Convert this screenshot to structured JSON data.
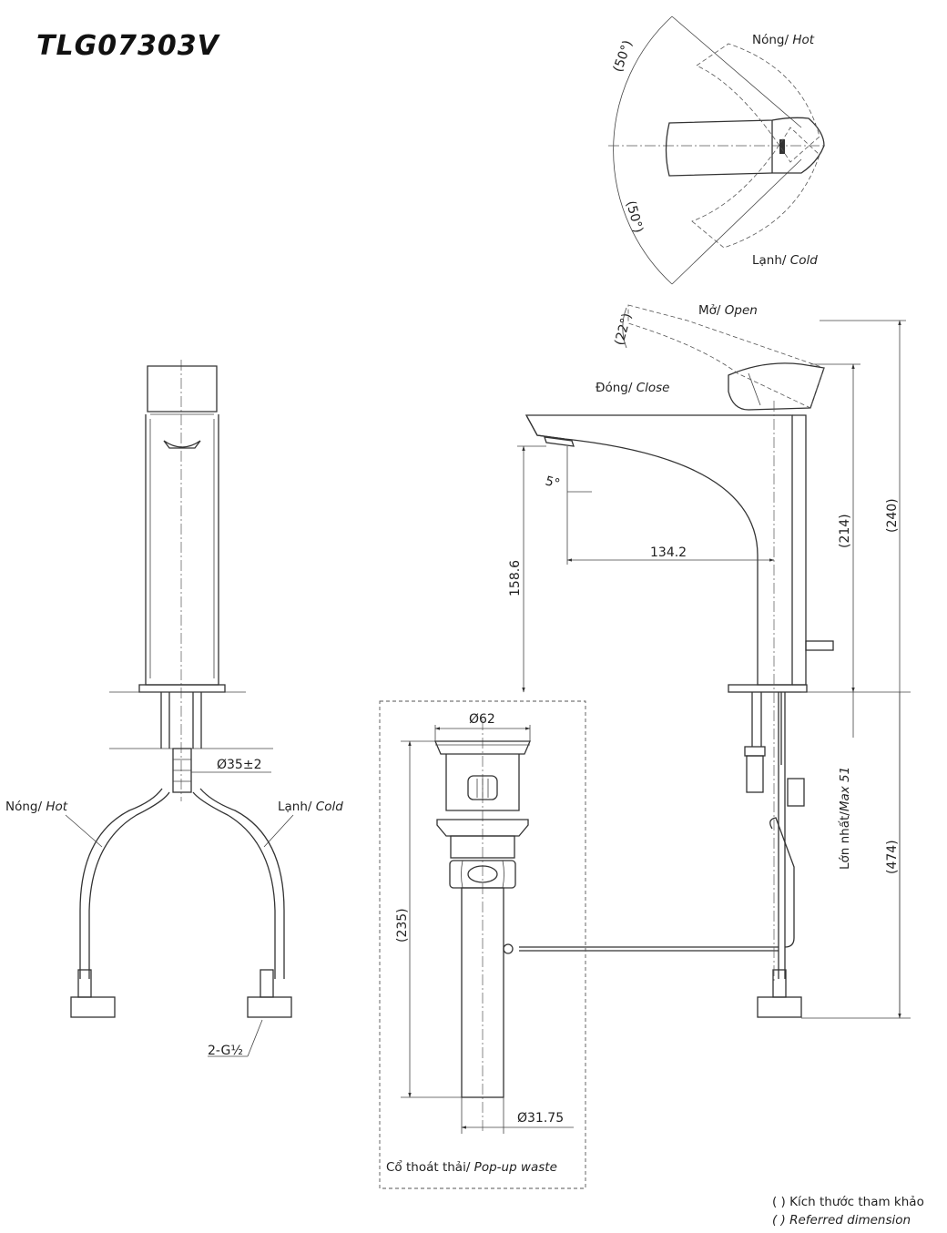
{
  "title": "TLG07303V",
  "labels": {
    "hot": "Nóng/",
    "hot_en": "Hot",
    "cold": "Lạnh/",
    "cold_en": "Cold",
    "open": "Mở/",
    "open_en": "Open",
    "close": "Đóng/",
    "close_en": "Close",
    "max_vn": "Lớn nhất/",
    "max_en": "Max 51",
    "popup_vn": "Cổ thoát thải/",
    "popup_en": "Pop-up waste",
    "thread": "2-G½"
  },
  "dimensions": {
    "angle_top": "(50°)",
    "angle_bottom": "(50°)",
    "angle_open": "(22°)",
    "angle_spout": "5°",
    "reach": "134.2",
    "height_spout": "158.6",
    "height_body": "(214)",
    "height_total": "(240)",
    "height_hose": "(474)",
    "hole_dia": "Ø35±2",
    "waste_top_dia": "Ø62",
    "waste_length": "(235)",
    "waste_pipe_dia": "Ø31.75"
  },
  "legend": {
    "line1": "( ) Kích thước tham khảo",
    "line2": "( ) Referred dimension"
  }
}
